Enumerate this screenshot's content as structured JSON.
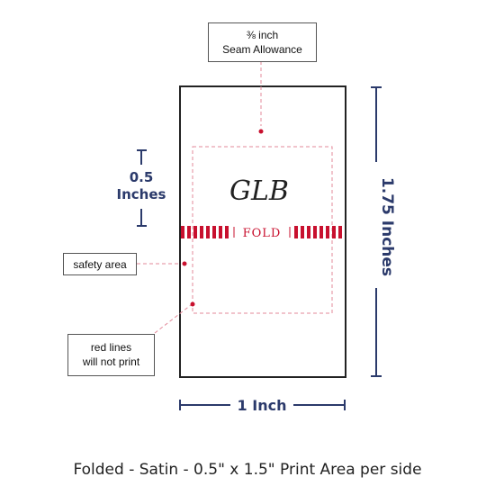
{
  "seam_allowance": {
    "line1": "⅜ inch",
    "line2": "Seam Allowance"
  },
  "left_dimension": {
    "line1": "0.5",
    "line2": "Inches"
  },
  "right_dimension": {
    "label": "1.75 Inches"
  },
  "bottom_dimension": {
    "label": "1 Inch"
  },
  "safety_area": {
    "label": "safety area"
  },
  "red_lines_note": {
    "line1": "red lines",
    "line2": "will not print"
  },
  "fold": {
    "label": "FOLD"
  },
  "logo": {
    "text": "GLB"
  },
  "caption": "Folded - Satin - 0.5\" x 1.5\" Print Area per side",
  "colors": {
    "navy": "#2b3a6b",
    "red": "#c8102e",
    "pink": "#e38a9a",
    "outline": "#222222"
  }
}
